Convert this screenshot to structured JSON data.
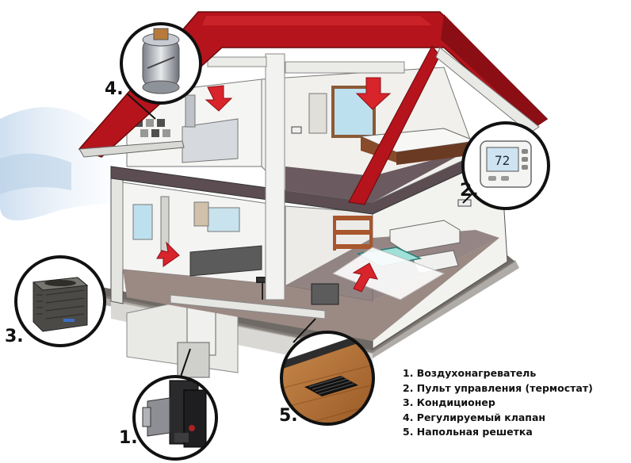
{
  "callouts": {
    "c1": "1.",
    "c2": "2.",
    "c3": "3.",
    "c4": "4.",
    "c5": "5."
  },
  "legend": [
    "1. Воздухонагреватель",
    "2. Пульт управления (термостат)",
    "3. Кондиционер",
    "4. Регулируемый клапан",
    "5. Напольная решетка"
  ],
  "thermostat": {
    "display": "72"
  },
  "colors": {
    "roof": "#b5141c",
    "roof_dark": "#7d0b10",
    "wall": "#eeeeea",
    "floor": "#6d5a5e",
    "arrow": "#d8242b",
    "wood": "#b9743a",
    "ground": "#7a7470"
  },
  "icons": [
    "air-heater-icon",
    "thermostat-icon",
    "air-conditioner-icon",
    "damper-valve-icon",
    "floor-grille-icon"
  ]
}
